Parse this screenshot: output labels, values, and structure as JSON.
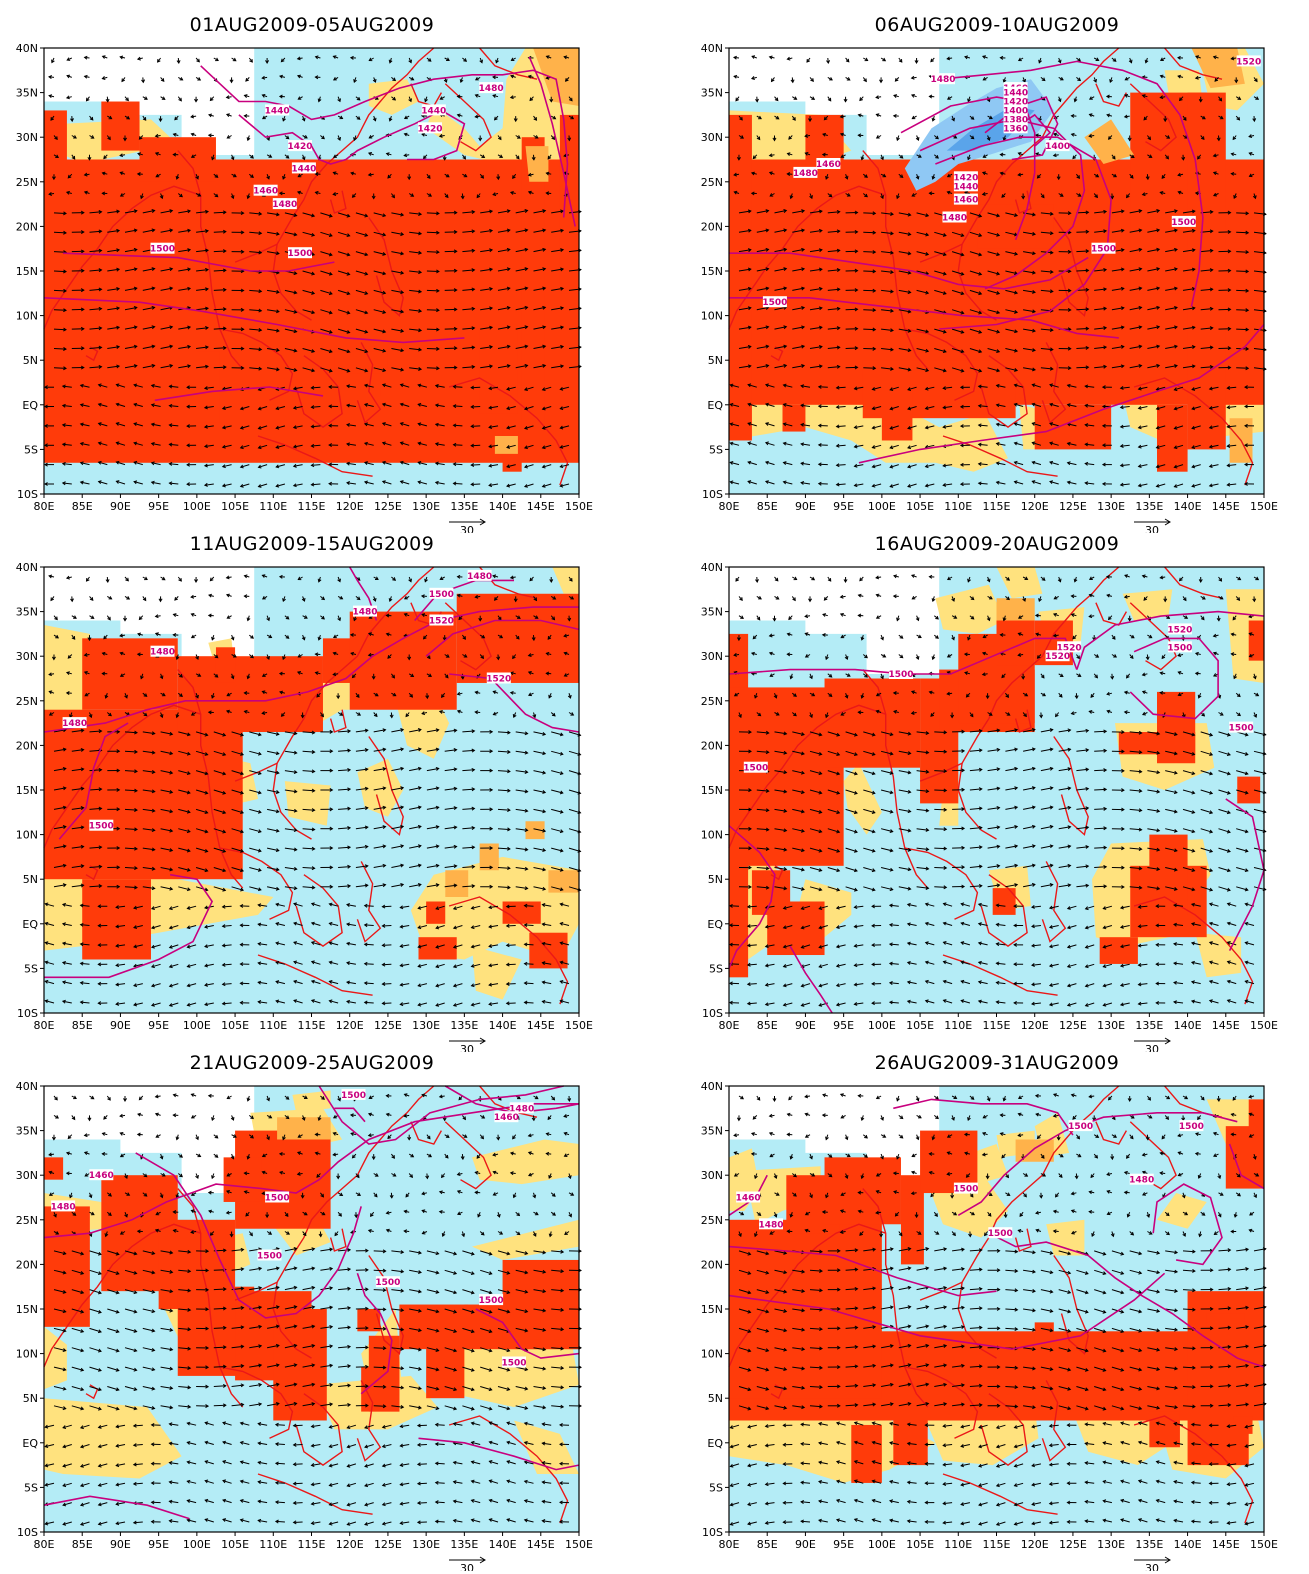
{
  "colors": {
    "light_blue": "#b4ecf6",
    "yellow": "#ffe27e",
    "orange": "#ffb24a",
    "red": "#ff3b0a",
    "blue_light": "#8fc8f4",
    "blue_mid": "#5aa4ea",
    "contour": "#c8007e",
    "coast": "#ea1818"
  },
  "axes": {
    "lat_labels": [
      "40N",
      "35N",
      "30N",
      "25N",
      "20N",
      "15N",
      "10N",
      "5N",
      "EQ",
      "5S",
      "10S"
    ],
    "lon_labels": [
      "80E",
      "85E",
      "90E",
      "95E",
      "100E",
      "105E",
      "110E",
      "115E",
      "120E",
      "125E",
      "130E",
      "135E",
      "140E",
      "145E",
      "150E"
    ],
    "lon_range": [
      80,
      150
    ],
    "lat_range": [
      -10,
      40
    ]
  },
  "vector_reference": "30",
  "panels": [
    {
      "title": "01AUG2009-05AUG2009",
      "contour_labels": [
        "1480",
        "1440",
        "1440",
        "1420",
        "1420",
        "1440",
        "1460",
        "1480",
        "1500",
        "1500"
      ]
    },
    {
      "title": "06AUG2009-10AUG2009",
      "contour_labels": [
        "1480",
        "1520",
        "1460",
        "1440",
        "1420",
        "1400",
        "1380",
        "1360",
        "1400",
        "1420",
        "1440",
        "1460",
        "1460",
        "1480",
        "1480",
        "1500",
        "1500",
        "1500"
      ]
    },
    {
      "title": "11AUG2009-15AUG2009",
      "contour_labels": [
        "1480",
        "1500",
        "1480",
        "1520",
        "1480",
        "1520",
        "1480",
        "1500"
      ]
    },
    {
      "title": "16AUG2009-20AUG2009",
      "contour_labels": [
        "1520",
        "1500",
        "1520",
        "1520",
        "1500",
        "1500",
        "1500"
      ]
    },
    {
      "title": "21AUG2009-25AUG2009",
      "contour_labels": [
        "1500",
        "1480",
        "1460",
        "1460",
        "1480",
        "1500",
        "1500",
        "1500",
        "1500",
        "1500"
      ]
    },
    {
      "title": "26AUG2009-31AUG2009",
      "contour_labels": [
        "1500",
        "1500",
        "1480",
        "1500",
        "1460",
        "1480",
        "1500"
      ]
    }
  ]
}
